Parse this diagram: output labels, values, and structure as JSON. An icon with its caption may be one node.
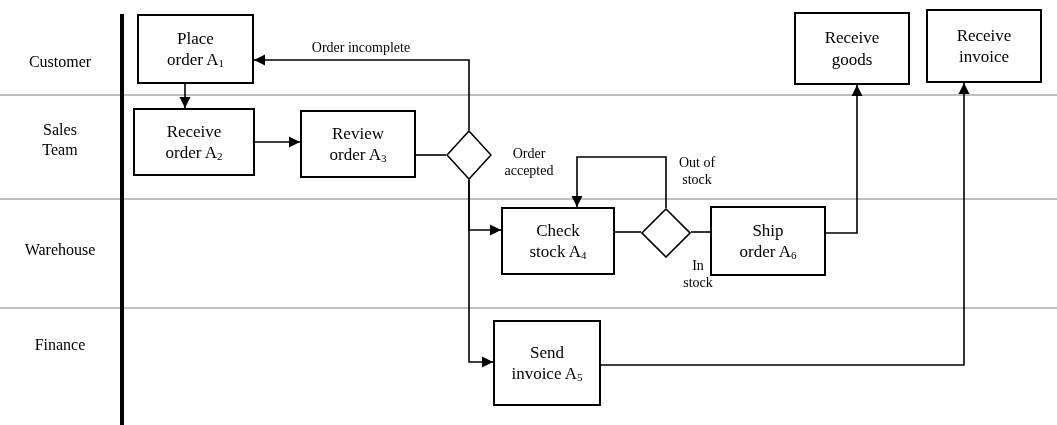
{
  "diagram": {
    "nodes": [
      {
        "text": [
          "Place order A$_{1}$"
        ]
      },
      {
        "text": [
          "Receive order A$_{2}$"
        ]
      },
      {
        "text": [
          "Review order A$_{3}$"
        ]
      },
      {
        "text": [],
        "shape": "diamond"
      },
      {
        "text": [
          "Check stock A$_{4}$"
        ]
      },
      {
        "text": [],
        "shape": "diamond"
      },
      {
        "text": [
          "Ship order A$_{6}$"
        ]
      },
      {
        "text": [
          "Send invoice A$_{5}$"
        ]
      },
      {
        "text": [
          "Receive goods"
        ]
      },
      {
        "text": [
          "Receive invoice"
        ]
      }
    ],
    "edges": [
      {
        "from": 0,
        "to": 1,
        "arrow": "to"
      },
      {
        "from": 1,
        "to": 2,
        "arrow": "to"
      },
      {
        "from": 2,
        "to": 3,
        "arrow": "none"
      },
      {
        "from": 3,
        "to": 0,
        "arrow": "to",
        "label": "Order incomplete"
      },
      {
        "from": 3,
        "to": 4,
        "arrow": "to",
        "label": "Order accepted"
      },
      {
        "from": 3,
        "to": 7,
        "arrow": "to"
      },
      {
        "from": 4,
        "to": 5,
        "arrow": "none"
      },
      {
        "from": 5,
        "to": 4,
        "arrow": "to",
        "label": "Out of stock"
      },
      {
        "from": 5,
        "to": 6,
        "arrow": "none",
        "label": "In stock"
      },
      {
        "from": 6,
        "to": 8,
        "arrow": "to"
      },
      {
        "from": 7,
        "to": 9,
        "arrow": "to"
      }
    ],
    "labels": [
      "Customer",
      "Sales Team",
      "Warehouse",
      "Finance"
    ]
  }
}
